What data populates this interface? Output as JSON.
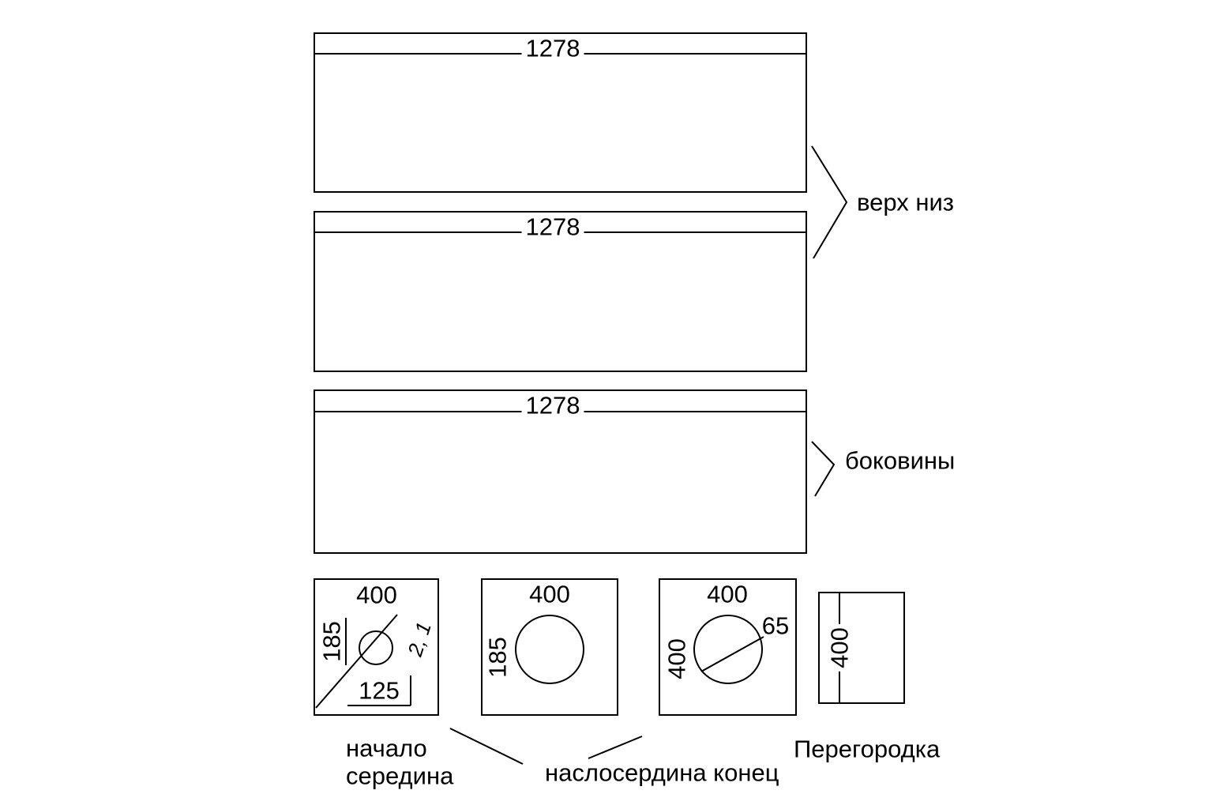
{
  "colors": {
    "line": "#000000",
    "background": "#ffffff"
  },
  "panels": [
    {
      "dim": "1278"
    },
    {
      "dim": "1278"
    },
    {
      "dim": "1278"
    }
  ],
  "group_labels": {
    "top_bottom": "верх низ",
    "sides": "боковины"
  },
  "parts": {
    "a": {
      "top_dim": "400",
      "side_dim": "185",
      "bottom_dim": "125",
      "note": "2, 1"
    },
    "b": {
      "top_dim": "400",
      "side_dim": "185"
    },
    "c": {
      "top_dim": "400",
      "side_dim": "400",
      "hole_dim": "65"
    },
    "d": {
      "side_dim": "400"
    }
  },
  "captions": {
    "part_a_line1": "начало",
    "part_a_line2": "середина",
    "parts_bc": "наслосердина конец",
    "part_d": "Перегородка"
  }
}
